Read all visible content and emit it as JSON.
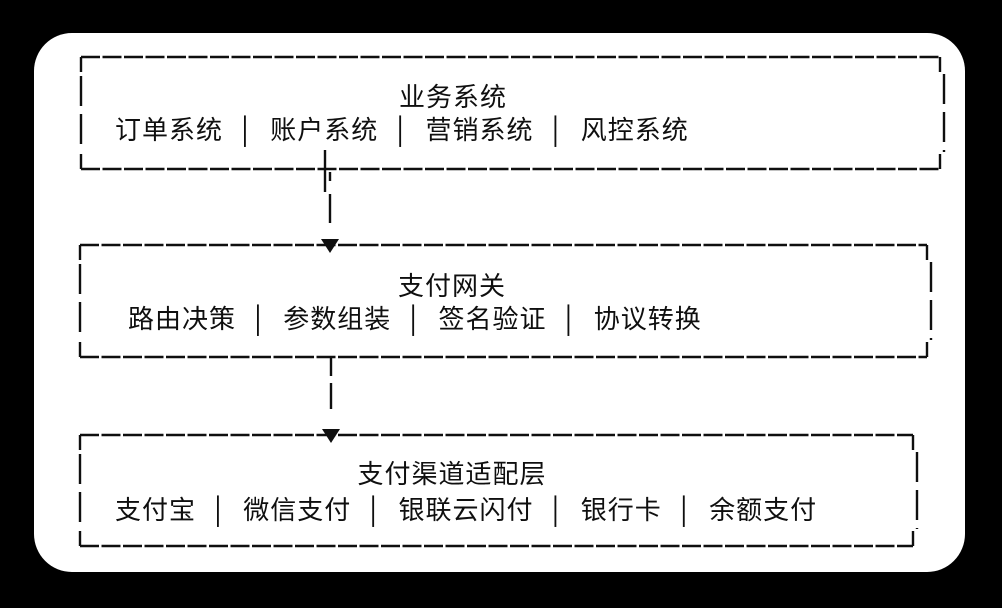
{
  "diagram": {
    "colors": {
      "background": "#000000",
      "card": "#ffffff",
      "line": "#0f0f0f"
    },
    "separator": "│",
    "layers": [
      {
        "title": "业务系统",
        "items": [
          "订单系统",
          "账户系统",
          "营销系统",
          "风控系统"
        ]
      },
      {
        "title": "支付网关",
        "items": [
          "路由决策",
          "参数组装",
          "签名验证",
          "协议转换"
        ]
      },
      {
        "title": "支付渠道适配层",
        "items": [
          "支付宝",
          "微信支付",
          "银联云闪付",
          "银行卡",
          "余额支付"
        ]
      }
    ],
    "connectors": [
      {
        "from": "业务系统",
        "to": "支付网关",
        "style": "dashed-arrow-down"
      },
      {
        "from": "支付网关",
        "to": "支付渠道适配层",
        "style": "dashed-arrow-down"
      }
    ]
  }
}
